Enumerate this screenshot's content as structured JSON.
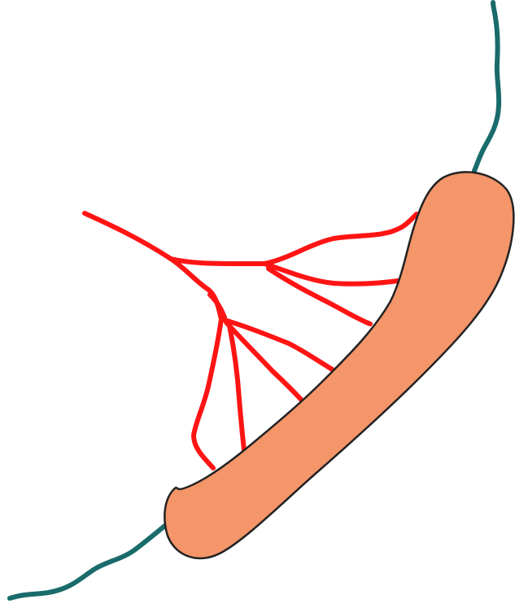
{
  "diagram": {
    "colors": {
      "background": "#ffffff",
      "cell_body": "#f4956a",
      "cell_outline": "#222222",
      "flagellum": "#1a6b6b",
      "pili": "#ff1414"
    },
    "parts": [
      "cell-body",
      "flagellum-top",
      "flagellum-bottom",
      "pili-bundle"
    ]
  }
}
